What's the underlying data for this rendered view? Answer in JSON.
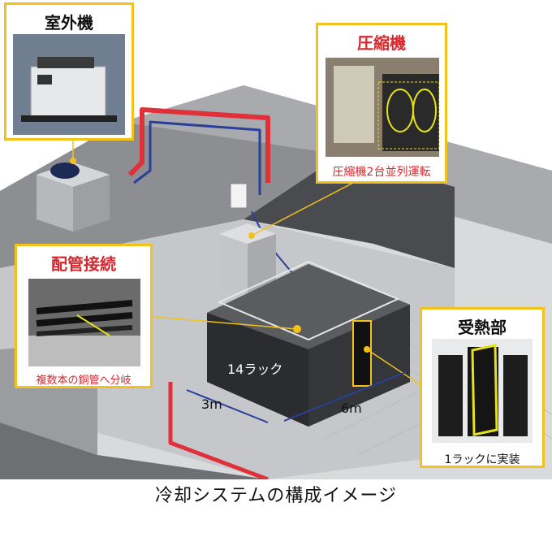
{
  "callouts": {
    "outdoor_unit": {
      "title": "室外機"
    },
    "compressor": {
      "title": "圧縮機",
      "caption": "圧縮機2台並列運転"
    },
    "piping": {
      "title": "配管接続",
      "caption": "複数本の銅管へ分岐"
    },
    "heat_receiver": {
      "title": "受熱部",
      "caption": "1ラックに実装"
    }
  },
  "labels": {
    "rack_count": "14ラック",
    "width": "3m",
    "length": "6m"
  },
  "caption": "冷却システムの構成イメージ",
  "colors": {
    "callout_border": "#f2c21a",
    "accent_red": "#d8262c",
    "pipe_red": "#e0303a",
    "pipe_blue": "#2a3f9a"
  }
}
